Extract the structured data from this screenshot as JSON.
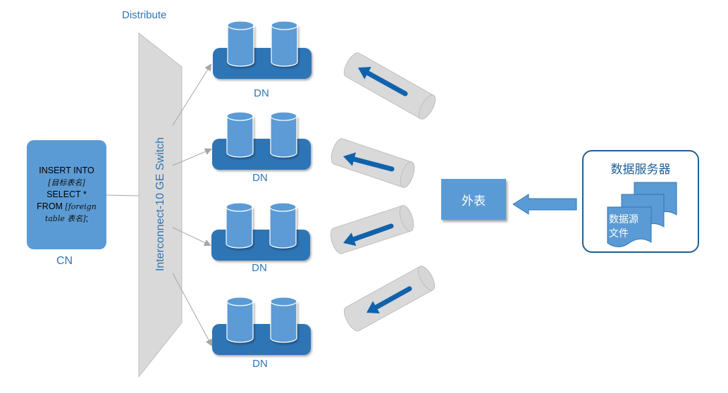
{
  "diagram": {
    "distribute_label": "Distribute",
    "switch_label": "Interconnect-10 GE Switch",
    "cn": {
      "label": "CN",
      "sql_line1": "INSERT INTO",
      "sql_line2": "[目标表名]",
      "sql_line3": "SELECT *",
      "sql_line4_a": "FROM ",
      "sql_line4_b": "[foreign",
      "sql_line5_a": "table 表名]",
      "sql_line5_b": ";"
    },
    "data_nodes": [
      {
        "label": "DN"
      },
      {
        "label": "DN"
      },
      {
        "label": "DN"
      },
      {
        "label": "DN"
      }
    ],
    "foreign_table": {
      "label": "外表"
    },
    "data_server": {
      "title": "数据服务器",
      "file_line1": "数据源",
      "file_line2": "文件"
    },
    "colors": {
      "accent_blue": "#2e75b6",
      "light_blue": "#5b9bd5",
      "dark_blue": "#1f5f95",
      "switch_gray": "#d9d9d9",
      "pipe_gray": "#d9d9d9",
      "arrow_blue": "#1062ac"
    }
  }
}
